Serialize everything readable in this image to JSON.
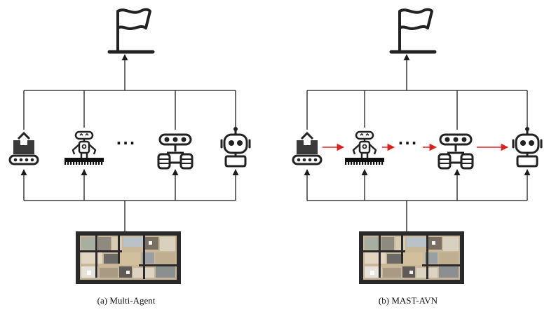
{
  "panels": [
    {
      "caption": "(a) Multi-Agent",
      "ellipsis": "···",
      "agents": [
        "conveyor-box-robot-icon",
        "humanoid-tracked-robot-icon",
        "tracked-robot-icon",
        "round-head-robot-icon"
      ],
      "sequential_links": false
    },
    {
      "caption": "(b) MAST-AVN",
      "ellipsis": "···",
      "agents": [
        "conveyor-box-robot-icon",
        "humanoid-tracked-robot-icon",
        "tracked-robot-icon",
        "round-head-robot-icon"
      ],
      "sequential_links": true
    }
  ],
  "colors": {
    "line": "#1a1a1a",
    "icon": "#222222",
    "sequential_arrow": "#e02020",
    "floorplan_wall": "#2a2a2a",
    "floorplan_floor": "#c9b79a"
  },
  "icons": {
    "goal": "flag-icon",
    "environment": "floorplan-image"
  }
}
